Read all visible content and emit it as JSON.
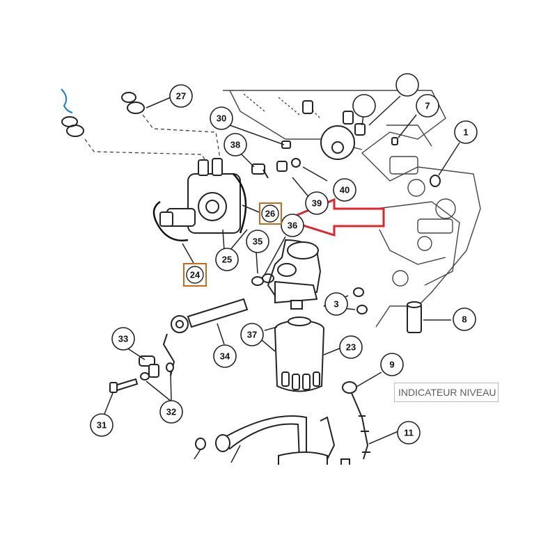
{
  "diagram": {
    "callouts": [
      "1",
      "3",
      "7",
      "8",
      "9",
      "11",
      "23",
      "24",
      "25",
      "26",
      "27",
      "30",
      "31",
      "32",
      "33",
      "34",
      "35",
      "36",
      "37",
      "38",
      "39",
      "40"
    ],
    "highlighted_callouts": [
      "24",
      "26"
    ],
    "highlight_color": "#c8691e",
    "arrow_color": "#e0242b",
    "accent_line_color": "#1a7fc0",
    "tooltip_text": "INDICATEUR NIVEAU"
  }
}
